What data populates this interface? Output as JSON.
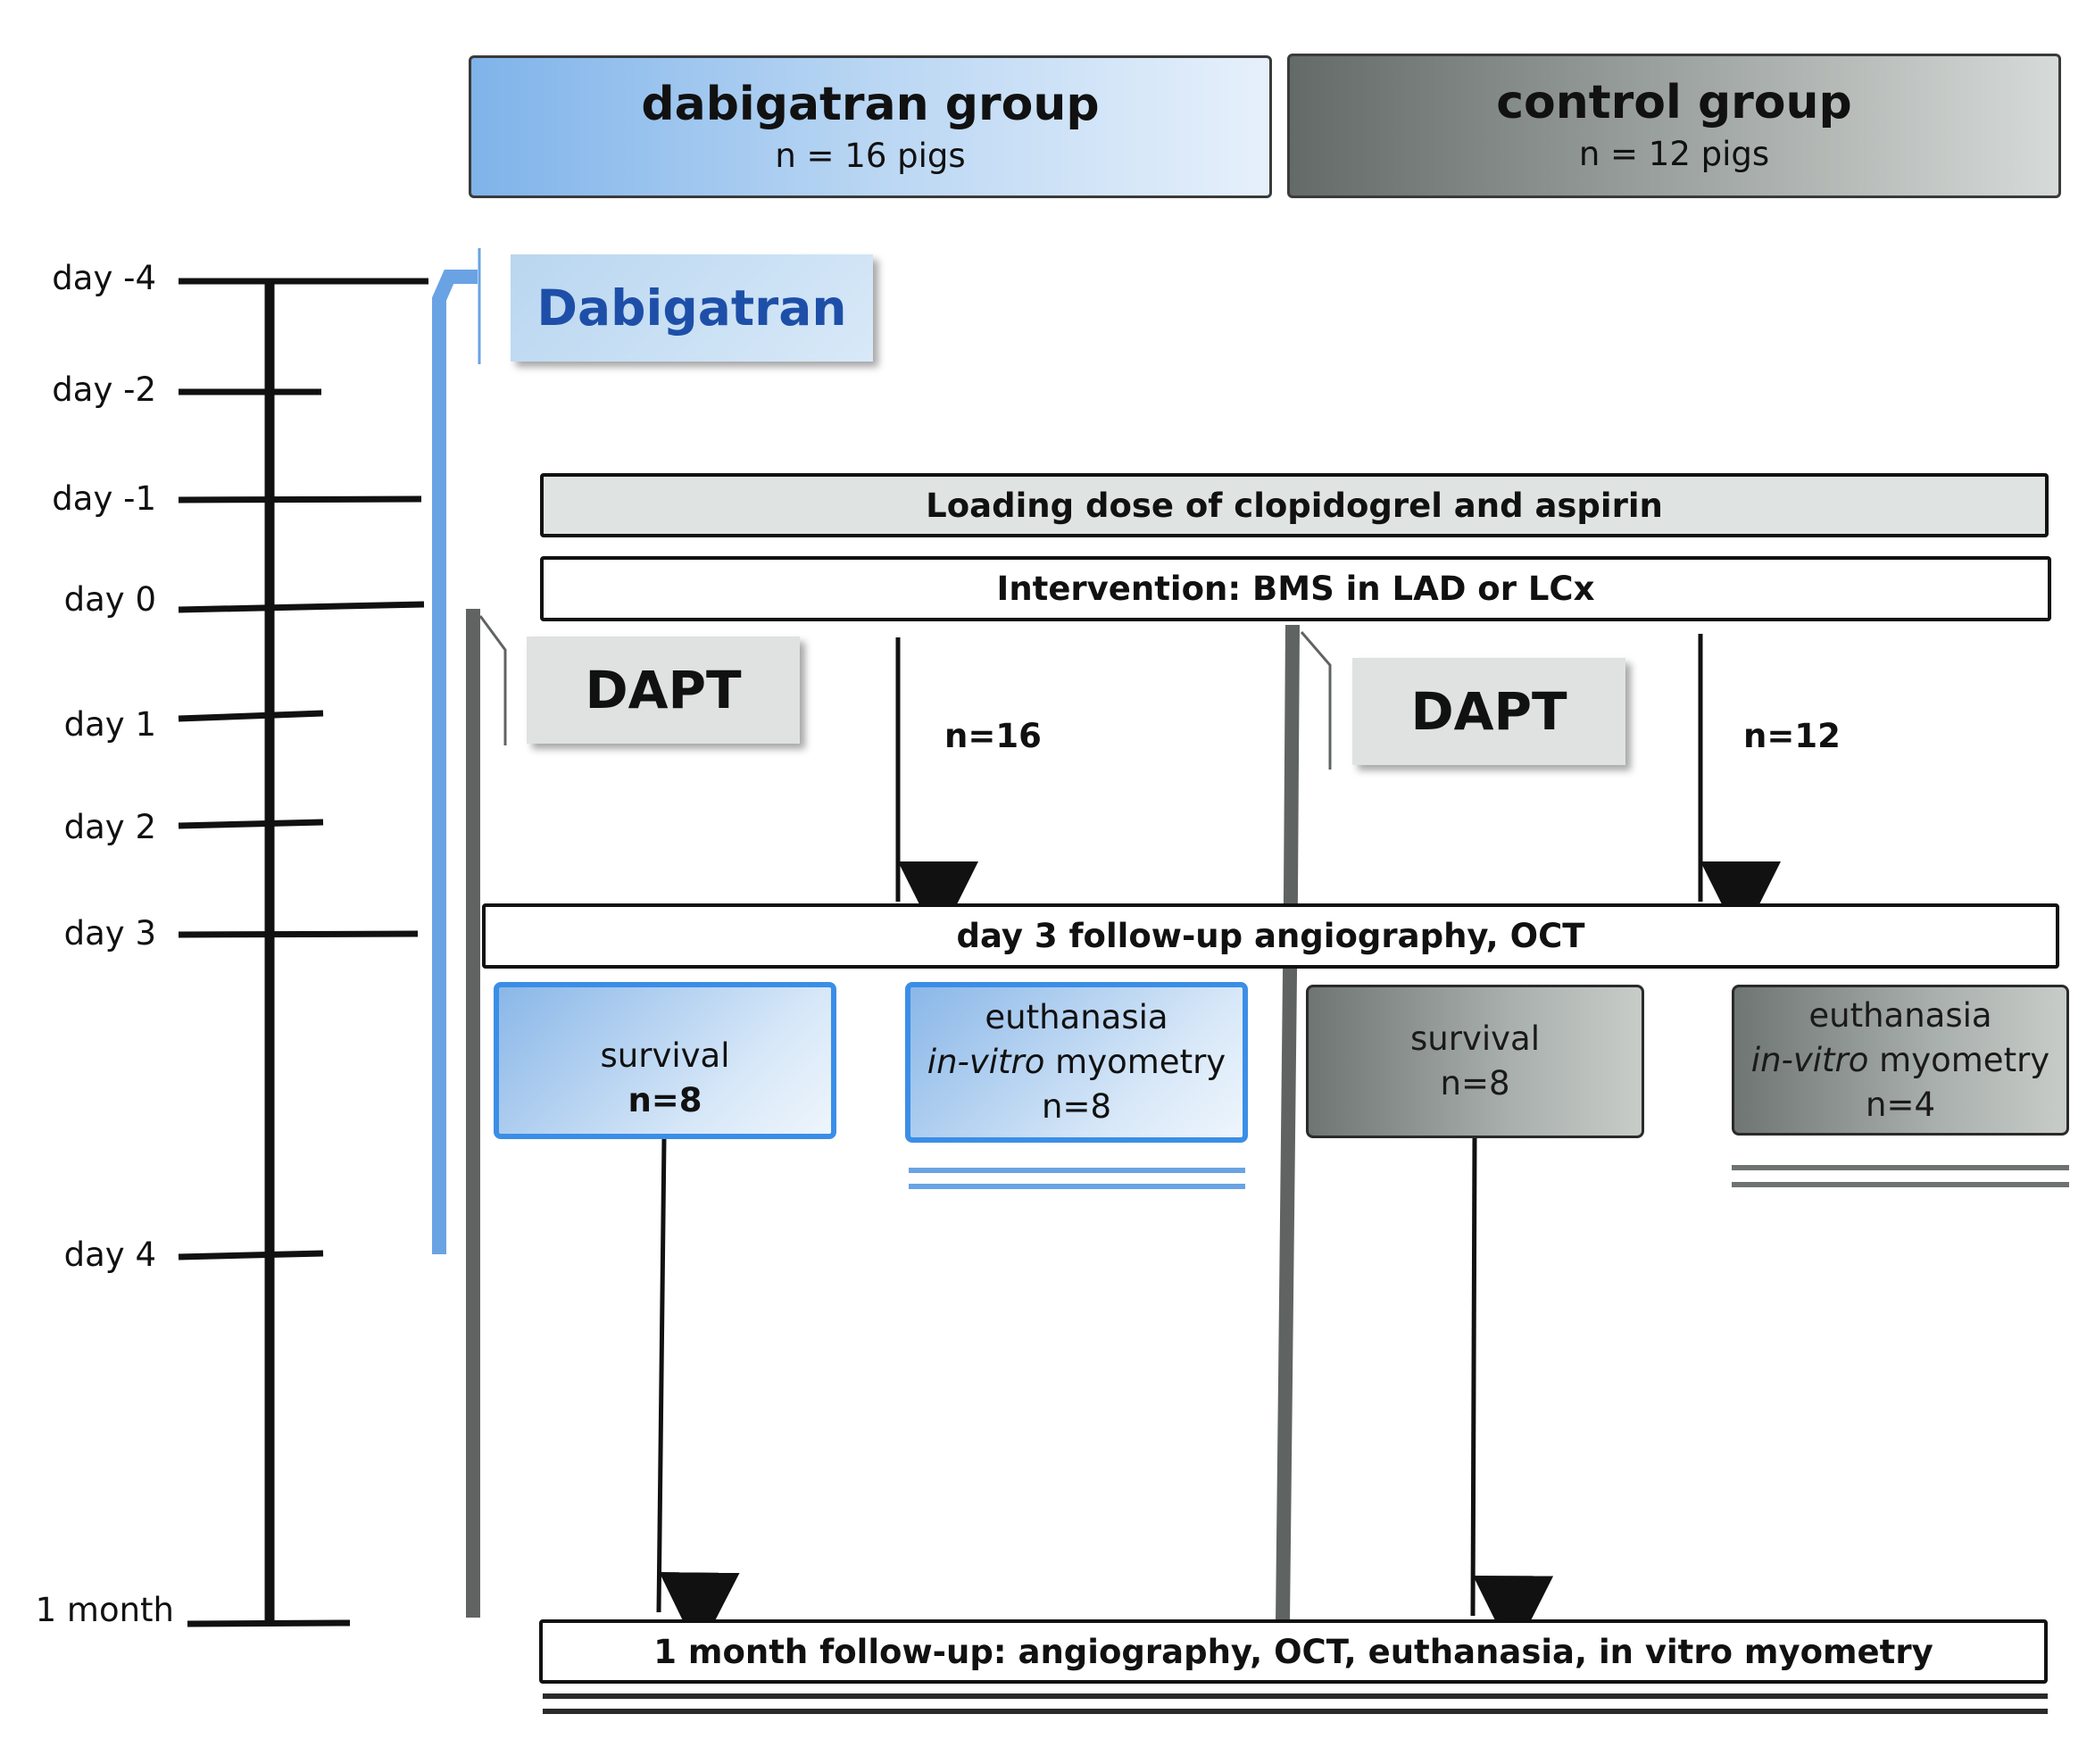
{
  "groups": {
    "dabigatran": {
      "title": "dabigatran group",
      "subtitle": "n = 16 pigs"
    },
    "control": {
      "title": "control group",
      "subtitle": "n = 12 pigs"
    }
  },
  "timeline": {
    "day_m4": "day -4",
    "day_m2": "day -2",
    "day_m1": "day -1",
    "day_0": "day 0",
    "day_1": "day 1",
    "day_2": "day 2",
    "day_3": "day 3",
    "day_4": "day 4",
    "month_1": "1 month"
  },
  "drugs": {
    "dabigatran": "Dabigatran",
    "dapt_left": "DAPT",
    "dapt_right": "DAPT"
  },
  "steps": {
    "loading": "Loading dose of clopidogrel and aspirin",
    "intervention": "Intervention: BMS in LAD or LCx",
    "day3": "day 3 follow-up angiography, OCT",
    "month1": "1 month follow-up: angiography, OCT, euthanasia, in vitro myometry"
  },
  "arrows": {
    "n_left": "n=16",
    "n_right": "n=12"
  },
  "outcomes": {
    "dab_survival": {
      "line1": "survival",
      "line2": "n=8"
    },
    "dab_euthanasia": {
      "line1": "euthanasia",
      "line2_italic": "in-vitro",
      "line2_rest": " myometry",
      "line3": "n=8"
    },
    "ctl_survival": {
      "line1": "survival",
      "line2": "n=8"
    },
    "ctl_euthanasia": {
      "line1": "euthanasia",
      "line2_italic": "in-vitro",
      "line2_rest": " myometry",
      "line3": "n=4"
    }
  },
  "colors": {
    "blue_bar": "#6aa3e3",
    "dark_bar": "#5f6462",
    "dabigatran_text": "#1e4fa8",
    "blue_accent": "#3b8ee6"
  }
}
